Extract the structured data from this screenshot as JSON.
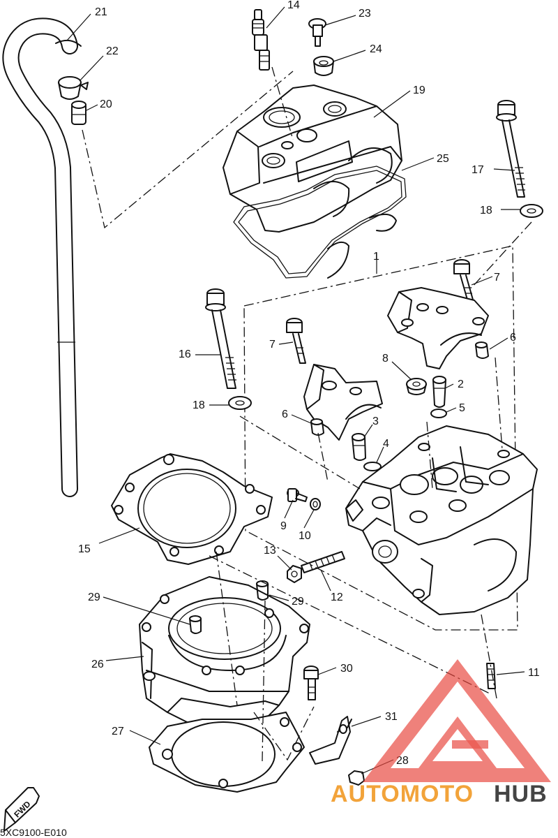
{
  "diagram": {
    "callouts": {
      "c1": "1",
      "c2": "2",
      "c3": "3",
      "c4": "4",
      "c5": "5",
      "c6a": "6",
      "c6b": "6",
      "c7a": "7",
      "c7b": "7",
      "c8": "8",
      "c9": "9",
      "c10": "10",
      "c11": "11",
      "c12": "12",
      "c13": "13",
      "c14": "14",
      "c15": "15",
      "c16": "16",
      "c17": "17",
      "c18a": "18",
      "c18b": "18",
      "c19": "19",
      "c20": "20",
      "c21": "21",
      "c22": "22",
      "c23": "23",
      "c24": "24",
      "c25": "25",
      "c26": "26",
      "c27": "27",
      "c28": "28",
      "c29a": "29",
      "c29b": "29",
      "c30": "30",
      "c31": "31"
    },
    "fwd_label": "FWD",
    "diagram_code": "5XC9100-E010"
  },
  "watermark": {
    "brand_part1": "AUTOMOTO",
    "brand_part2": "HUB",
    "colors": {
      "accent": "#f2a33a",
      "dark": "#444444",
      "triangle": "#e8453c"
    }
  }
}
